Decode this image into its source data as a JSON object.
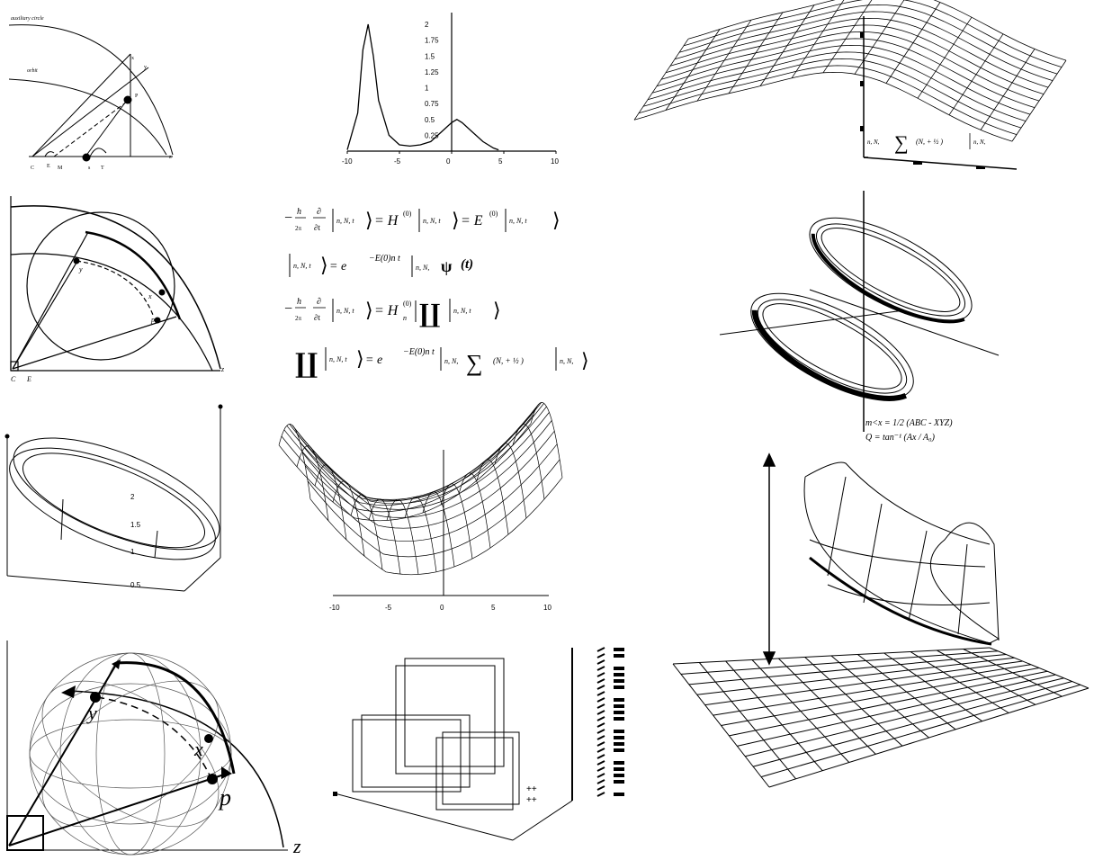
{
  "panel_a": {
    "label_auxiliary": "auxiliary circle",
    "label_orbit": "orbit",
    "label_x": "x",
    "label_y": "y",
    "label_p": "P",
    "label_z": "z",
    "label_c": "C",
    "label_e": "E",
    "label_m": "M",
    "label_s": "s",
    "label_t": "T"
  },
  "curve_chart": {
    "type": "line",
    "x_ticks": [
      "-10",
      "-5",
      "0",
      "5",
      "10"
    ],
    "y_ticks": [
      "2",
      "1.75",
      "1.5",
      "1.25",
      "1",
      "0.75",
      "0.5",
      "0.25"
    ],
    "series": [
      {
        "x": [
          -10,
          -9,
          -8.5,
          -8,
          -7.5,
          -7,
          -6,
          -5,
          -4,
          -3,
          -2,
          -1,
          0,
          0.5,
          1,
          2,
          3,
          4,
          4.5
        ],
        "y": [
          0.02,
          0.6,
          1.6,
          2.0,
          1.5,
          0.8,
          0.25,
          0.1,
          0.08,
          0.1,
          0.15,
          0.3,
          0.45,
          0.5,
          0.45,
          0.3,
          0.15,
          0.05,
          0.02
        ]
      }
    ],
    "xlim": [
      -10,
      10
    ],
    "ylim": [
      0,
      2.1
    ]
  },
  "equations": {
    "eq1_left": "−",
    "eq1_h": "h",
    "eq1_2pi": "2π",
    "eq1_d": "∂",
    "eq1_dt": "∂t",
    "eq1_ket": "n, N, t",
    "eq1_mid": "= H",
    "eq1_sup": "(0)",
    "eq1_eq": "= E",
    "eq2_ket": "n, N, t",
    "eq2_eq": "=  e",
    "eq2_exp": "−E(0)n t",
    "eq2_ket2": "n, N, ",
    "eq2_psi": "ψ",
    "eq2_t": "(t)",
    "eq3_left": "−",
    "eq3_ket": "n, N, t",
    "eq3_eq": "= H",
    "eq3_sub": "n",
    "eq3_sup": "(0)",
    "eq3_pi": "∐",
    "eq4_pi": "∐",
    "eq4_ket": "n, N, t",
    "eq4_eq": "=  e",
    "eq4_exp": "−E(0)n t",
    "eq4_ket2": "n, N, ",
    "eq4_sum": "∑",
    "eq4_paren": "(N, + ½ )",
    "eq4_ket3": "n, N,"
  },
  "surface_tr": {
    "label": "n, N, ",
    "sum": "∑",
    "paren": "(N, + ½ )",
    "ket": "n, N,"
  },
  "panel_b": {
    "label_y": "y",
    "label_x": "x",
    "label_p": "p",
    "label_z": "z",
    "label_c": "C",
    "label_e": "E"
  },
  "tori": {
    "formula1": "m<x = 1/2 (ABC - XYZ)",
    "formula2": "Q = tan⁻¹ (Ax / A₀)"
  },
  "ring_3d": {
    "labels": [
      "2",
      "1.5",
      "1",
      "0.5"
    ]
  },
  "saddle": {
    "x_ticks": [
      "-10",
      "-5",
      "0",
      "5",
      "10"
    ]
  },
  "sphere": {
    "label_y": "y",
    "label_x": "x",
    "label_p": "p",
    "label_z": "z"
  },
  "bars3d": {
    "marks": "++\n++"
  }
}
